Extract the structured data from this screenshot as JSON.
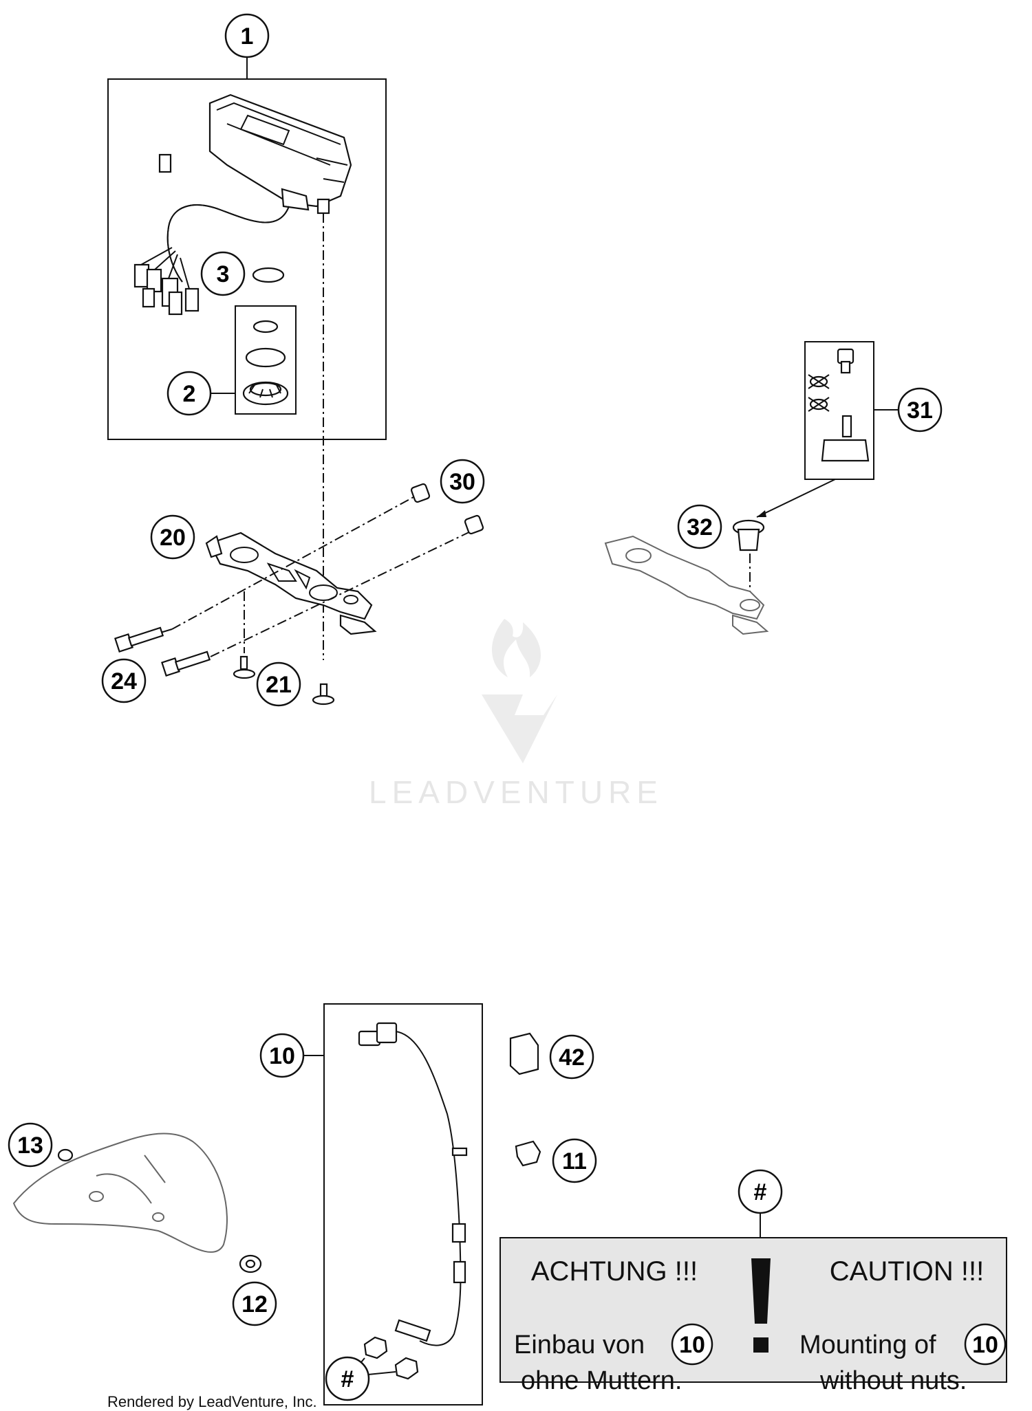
{
  "callouts": {
    "c1": "1",
    "c2": "2",
    "c3": "3",
    "c10": "10",
    "c11": "11",
    "c12": "12",
    "c13": "13",
    "c20": "20",
    "c21": "21",
    "c24": "24",
    "c30": "30",
    "c31": "31",
    "c32": "32",
    "c42": "42",
    "hash_top": "#",
    "hash_bottom": "#"
  },
  "caution": {
    "left_title": "ACHTUNG !!!",
    "right_title": "CAUTION !!!",
    "left_line1": "Einbau von",
    "left_ref": "10",
    "left_line2": "ohne Muttern.",
    "right_line1": "Mounting of",
    "right_ref": "10",
    "right_line2": "without nuts."
  },
  "watermark": "LEADVENTURE",
  "footer": "Rendered by LeadVenture, Inc.",
  "colors": {
    "caution_bg": "#e6e6e6",
    "watermark": "#e8e8e8"
  }
}
